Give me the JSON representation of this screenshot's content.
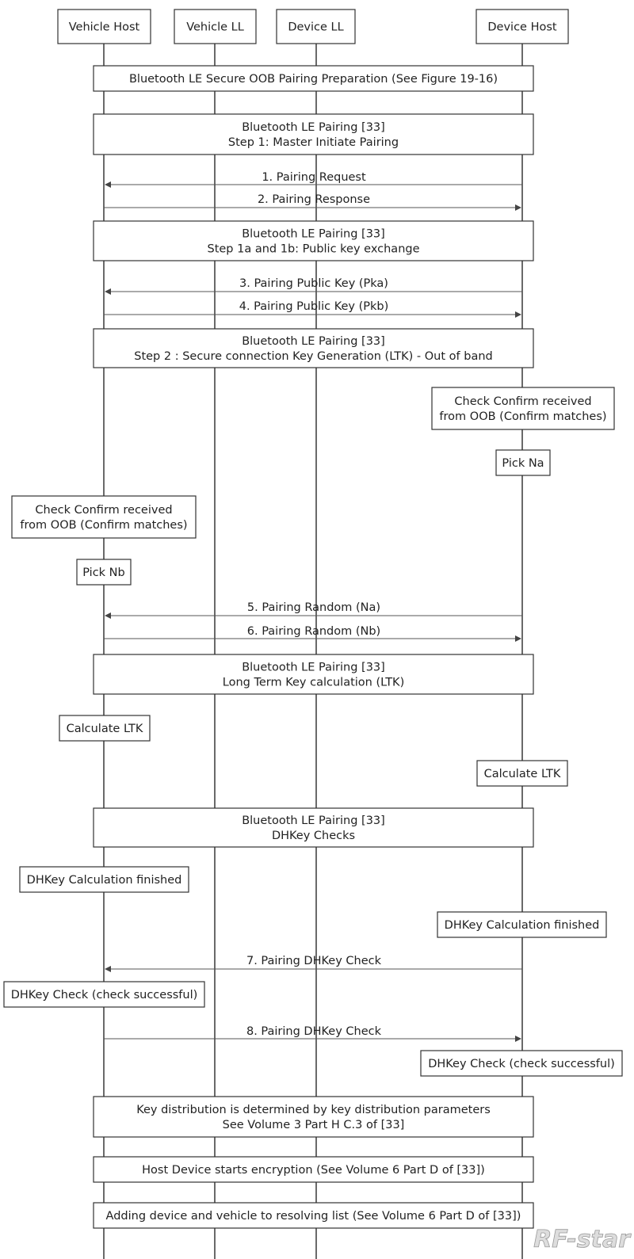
{
  "participants": [
    {
      "id": "vehicle_host",
      "label": "Vehicle Host"
    },
    {
      "id": "vehicle_ll",
      "label": "Vehicle LL"
    },
    {
      "id": "device_ll",
      "label": "Device LL"
    },
    {
      "id": "device_host",
      "label": "Device Host"
    }
  ],
  "steps": [
    {
      "kind": "span",
      "lines": [
        "Bluetooth LE Secure OOB Pairing Preparation (See Figure 19-16)"
      ]
    },
    {
      "kind": "span",
      "lines": [
        "Bluetooth LE Pairing [33]",
        "Step 1: Master Initiate Pairing"
      ]
    },
    {
      "kind": "message",
      "label": "1. Pairing Request",
      "from": "device_host",
      "to": "vehicle_host"
    },
    {
      "kind": "message",
      "label": "2. Pairing Response",
      "from": "vehicle_host",
      "to": "device_host"
    },
    {
      "kind": "span",
      "lines": [
        "Bluetooth LE Pairing [33]",
        "Step 1a and 1b: Public key exchange"
      ]
    },
    {
      "kind": "message",
      "label": "3. Pairing Public Key (Pka)",
      "from": "device_host",
      "to": "vehicle_host"
    },
    {
      "kind": "message",
      "label": "4. Pairing Public Key (Pkb)",
      "from": "vehicle_host",
      "to": "device_host"
    },
    {
      "kind": "span",
      "lines": [
        "Bluetooth LE Pairing [33]",
        "Step 2 : Secure connection Key Generation (LTK) - Out of band"
      ]
    },
    {
      "kind": "note",
      "on": "device_host",
      "lines": [
        "Check Confirm received",
        "from OOB (Confirm matches)"
      ]
    },
    {
      "kind": "note",
      "on": "device_host",
      "lines": [
        "Pick Na"
      ]
    },
    {
      "kind": "note",
      "on": "vehicle_host",
      "lines": [
        "Check Confirm received",
        "from OOB (Confirm matches)"
      ]
    },
    {
      "kind": "note",
      "on": "vehicle_host",
      "lines": [
        "Pick Nb"
      ]
    },
    {
      "kind": "message",
      "label": "5. Pairing Random (Na)",
      "from": "device_host",
      "to": "vehicle_host"
    },
    {
      "kind": "message",
      "label": "6. Pairing Random (Nb)",
      "from": "vehicle_host",
      "to": "device_host"
    },
    {
      "kind": "span",
      "lines": [
        "Bluetooth LE Pairing [33]",
        "Long Term Key calculation (LTK)"
      ]
    },
    {
      "kind": "note",
      "on": "vehicle_host",
      "lines": [
        "Calculate LTK"
      ]
    },
    {
      "kind": "note",
      "on": "device_host",
      "lines": [
        "Calculate LTK"
      ]
    },
    {
      "kind": "span",
      "lines": [
        "Bluetooth LE Pairing [33]",
        "DHKey Checks"
      ]
    },
    {
      "kind": "note",
      "on": "vehicle_host",
      "lines": [
        "DHKey Calculation finished"
      ]
    },
    {
      "kind": "note",
      "on": "device_host",
      "lines": [
        "DHKey Calculation finished"
      ]
    },
    {
      "kind": "message",
      "label": "7. Pairing DHKey Check",
      "from": "device_host",
      "to": "vehicle_host"
    },
    {
      "kind": "note",
      "on": "vehicle_host",
      "lines": [
        "DHKey Check (check successful)"
      ]
    },
    {
      "kind": "message",
      "label": "8. Pairing DHKey Check",
      "from": "vehicle_host",
      "to": "device_host"
    },
    {
      "kind": "note",
      "on": "device_host",
      "lines": [
        "DHKey Check (check successful)"
      ]
    },
    {
      "kind": "span",
      "lines": [
        "Key distribution is determined by key distribution parameters",
        "See Volume 3 Part H C.3 of [33]"
      ]
    },
    {
      "kind": "span",
      "lines": [
        "Host Device starts encryption (See Volume 6 Part D of [33])"
      ]
    },
    {
      "kind": "span",
      "lines": [
        "Adding device and vehicle to resolving list (See Volume 6 Part D of [33])"
      ]
    }
  ],
  "watermark": "RF-star"
}
